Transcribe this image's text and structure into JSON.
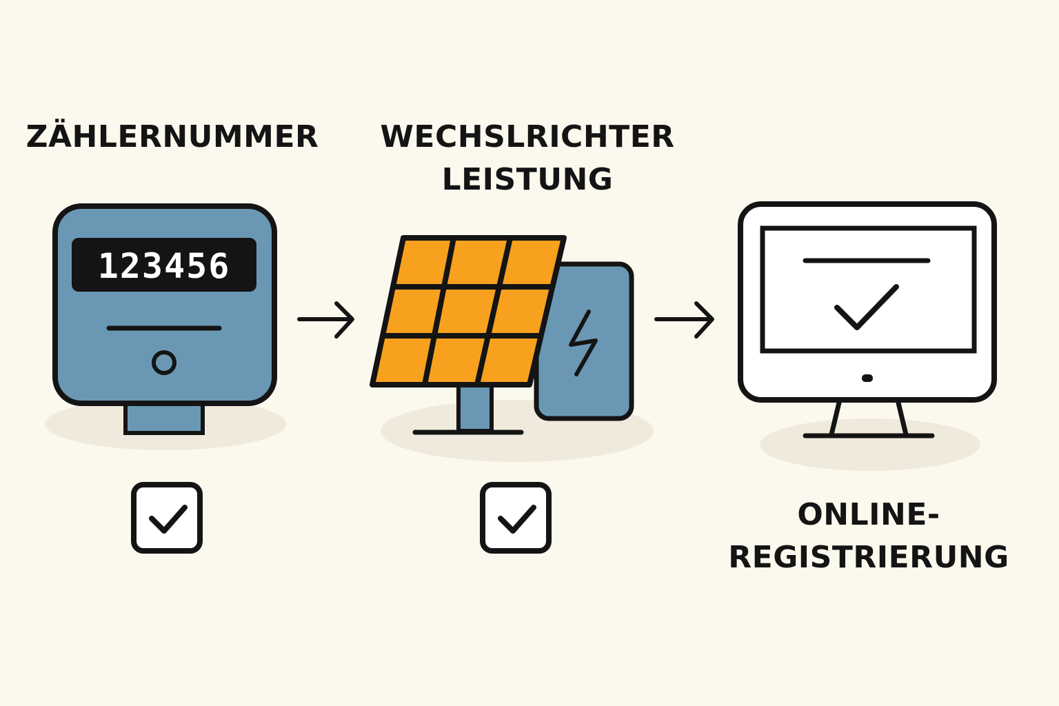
{
  "steps": [
    {
      "title_lines": [
        "ZÄHLERNUMMER"
      ],
      "meter_number": "123456",
      "checked": true,
      "icon": "electricity-meter-icon"
    },
    {
      "title_lines": [
        "WECHSLRICHTER",
        "LEISTUNG"
      ],
      "checked": true,
      "icon": "solar-panel-inverter-icon"
    },
    {
      "title_lines": [
        "ONLINE-",
        "REGISTRIERUNG"
      ],
      "icon": "computer-monitor-check-icon"
    }
  ],
  "colors": {
    "background": "#fbf8ee",
    "meter_blue": "#6a98b4",
    "solar_orange": "#f7a11e",
    "outline": "#141414",
    "shadow": "#efeadb"
  }
}
